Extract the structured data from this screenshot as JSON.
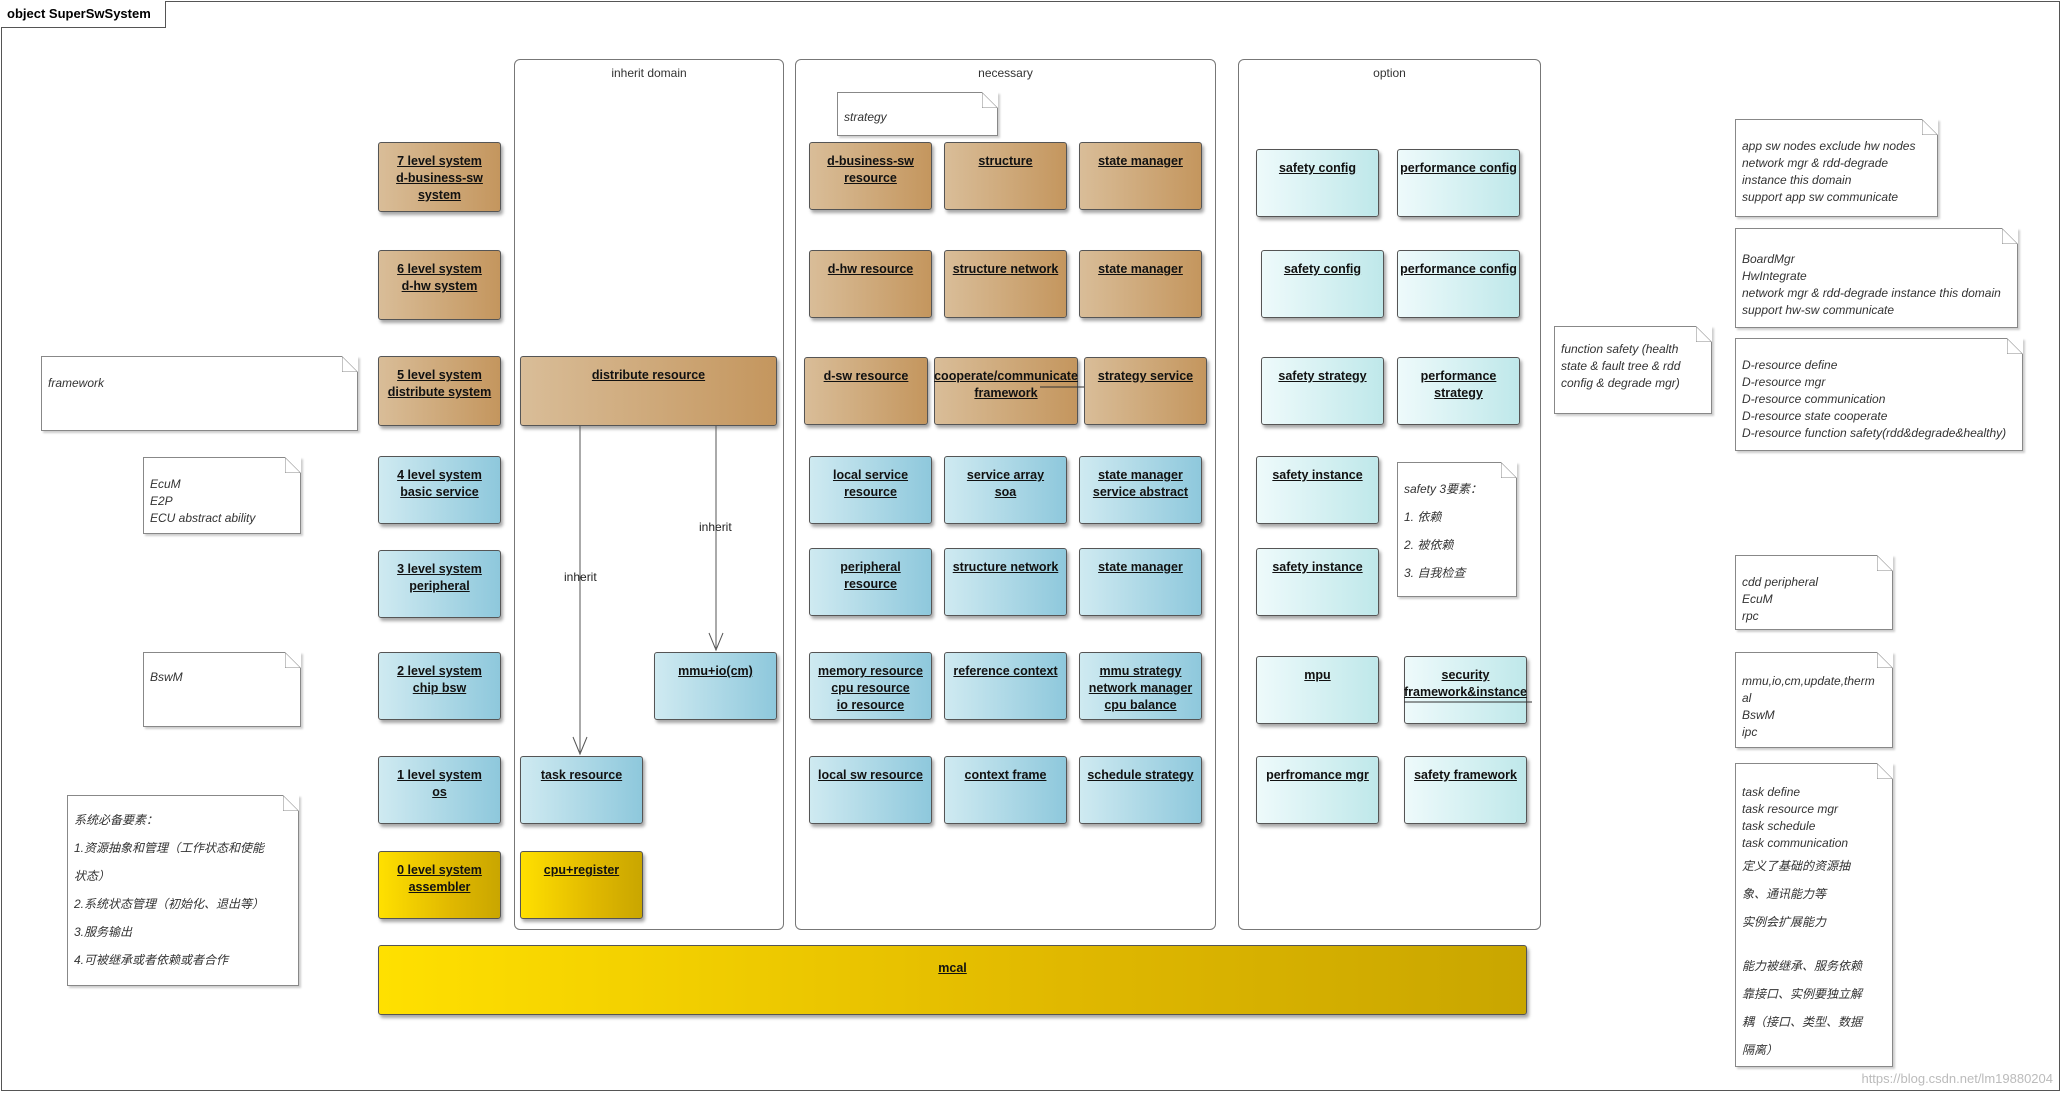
{
  "frame": {
    "title": "object SuperSwSystem"
  },
  "regions": {
    "inherit": "inherit domain",
    "necessary": "necessary",
    "option": "option"
  },
  "levels": {
    "l7": "7 level system\nd-business-sw\nsystem",
    "l6": "6 level system\nd-hw system",
    "l5": "5 level system\ndistribute system",
    "l4": "4 level system\nbasic service",
    "l3": "3 level system\nperipheral",
    "l2": "2 level system\nchip bsw",
    "l1": "1 level system\nos",
    "l0": "0 level system\nassembler"
  },
  "inherit_boxes": {
    "distribute": "distribute resource",
    "mmu": "mmu+io(cm)",
    "task": "task resource",
    "cpu": "cpu+register"
  },
  "arrow_labels": {
    "left": "inherit",
    "right": "inherit"
  },
  "necessary_boxes": {
    "r7c1": "d-business-sw\nresource",
    "r7c2": "structure",
    "r7c3": "state manager",
    "r6c1": "d-hw resource",
    "r6c2": "structure network",
    "r6c3": "state manager",
    "r5c1": "d-sw resource",
    "r5c2": "cooperate/communicate\nframework",
    "r5c3": "strategy service",
    "r4c1": "local service\nresource",
    "r4c2": "service array\nsoa",
    "r4c3": "state manager\nservice abstract",
    "r3c1": "peripheral\nresource",
    "r3c2": "structure network",
    "r3c3": "state manager",
    "r2c1": "memory resource\ncpu resource\nio resource",
    "r2c2": "reference context",
    "r2c3": "mmu strategy\nnetwork manager\ncpu balance",
    "r1c1": "local sw resource",
    "r1c2": "context frame",
    "r1c3": "schedule strategy"
  },
  "option_boxes": {
    "r7c1": "safety config",
    "r7c2": "performance config",
    "r6c1": "safety config",
    "r6c2": "performance config",
    "r5c1": "safety strategy",
    "r5c2": "performance\nstrategy",
    "r4c1": "safety instance",
    "r3c1": "safety instance",
    "r2c1": "mpu",
    "r2c2": "security\nframework&instance",
    "r1c1": "perfromance mgr",
    "r1c2": "safety framework"
  },
  "mcal": "mcal",
  "notes": {
    "strategy": [
      "strategy"
    ],
    "framework": [
      "framework"
    ],
    "ecum": [
      "EcuM",
      "E2P",
      "ECU abstract ability"
    ],
    "bswm": [
      "BswM"
    ],
    "essentials": [
      "系统必备要素：",
      "1.资源抽象和管理（工作状态和使能",
      "状态）",
      "2.系统状态管理（初始化、退出等）",
      "3.服务输出",
      "4.可被继承或者依赖或者合作"
    ],
    "safety3": [
      "safety 3要素：",
      "1. 依赖",
      "2. 被依赖",
      "3. 自我检查"
    ],
    "function_safety": [
      "function safety (health",
      "state & fault tree & rdd",
      "config & degrade mgr)"
    ],
    "app_sw": [
      "app sw nodes exclude hw nodes",
      "network mgr & rdd-degrade",
      "instance this domain",
      "support app sw communicate"
    ],
    "board": [
      "BoardMgr",
      "HwIntegrate",
      "network mgr & rdd-degrade instance this domain",
      "support hw-sw communicate"
    ],
    "dresource": [
      "D-resource define",
      "D-resource mgr",
      "D-resource communication",
      "D-resource state cooperate",
      "D-resource function safety(rdd&degrade&healthy)"
    ],
    "cdd": [
      "cdd peripheral",
      "EcuM",
      "rpc"
    ],
    "mmu": [
      "mmu,io,cm,update,therm",
      "al",
      "BswM",
      "ipc"
    ],
    "task": [
      "task define",
      "task resource mgr",
      "task schedule",
      "task communication"
    ],
    "task_cn": [
      "定义了基础的资源抽",
      "象、通讯能力等",
      "实例会扩展能力",
      "",
      "能力被继承、服务依赖",
      "靠接口、实例要独立解",
      "耦（接口、类型、数据",
      "隔离）"
    ]
  },
  "watermark": "https://blog.csdn.net/lm19880204"
}
